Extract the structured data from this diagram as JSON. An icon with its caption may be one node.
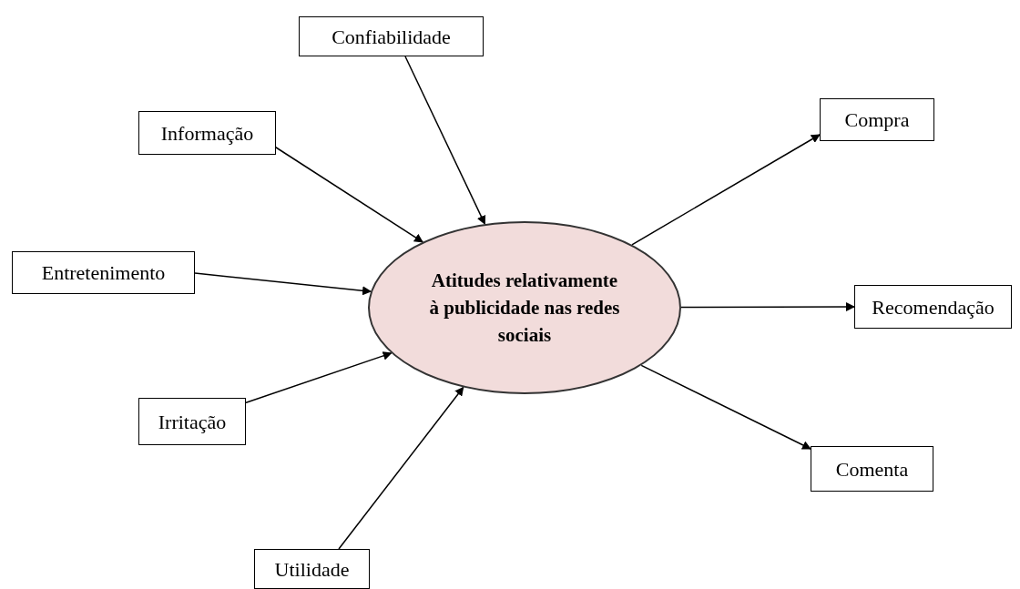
{
  "diagram": {
    "nodes": [
      {
        "text": [
          "Confiabilidade"
        ]
      },
      {
        "text": [
          "Informação"
        ]
      },
      {
        "text": [
          "Entretenimento"
        ]
      },
      {
        "text": [
          "Irritação"
        ]
      },
      {
        "text": [
          "Utilidade"
        ]
      },
      {
        "text": [
          "Atitudes relativamente à publicidade nas redes sociais"
        ]
      },
      {
        "text": [
          "Compra"
        ]
      },
      {
        "text": [
          "Recomendação"
        ]
      },
      {
        "text": [
          "Comenta"
        ]
      }
    ],
    "edges": [
      {
        "from": 0,
        "to": 5,
        "arrow": "to"
      },
      {
        "from": 1,
        "to": 5,
        "arrow": "to"
      },
      {
        "from": 2,
        "to": 5,
        "arrow": "to"
      },
      {
        "from": 3,
        "to": 5,
        "arrow": "to"
      },
      {
        "from": 4,
        "to": 5,
        "arrow": "to"
      },
      {
        "from": 5,
        "to": 6,
        "arrow": "to"
      },
      {
        "from": 5,
        "to": 7,
        "arrow": "to"
      },
      {
        "from": 5,
        "to": 8,
        "arrow": "to"
      }
    ]
  }
}
